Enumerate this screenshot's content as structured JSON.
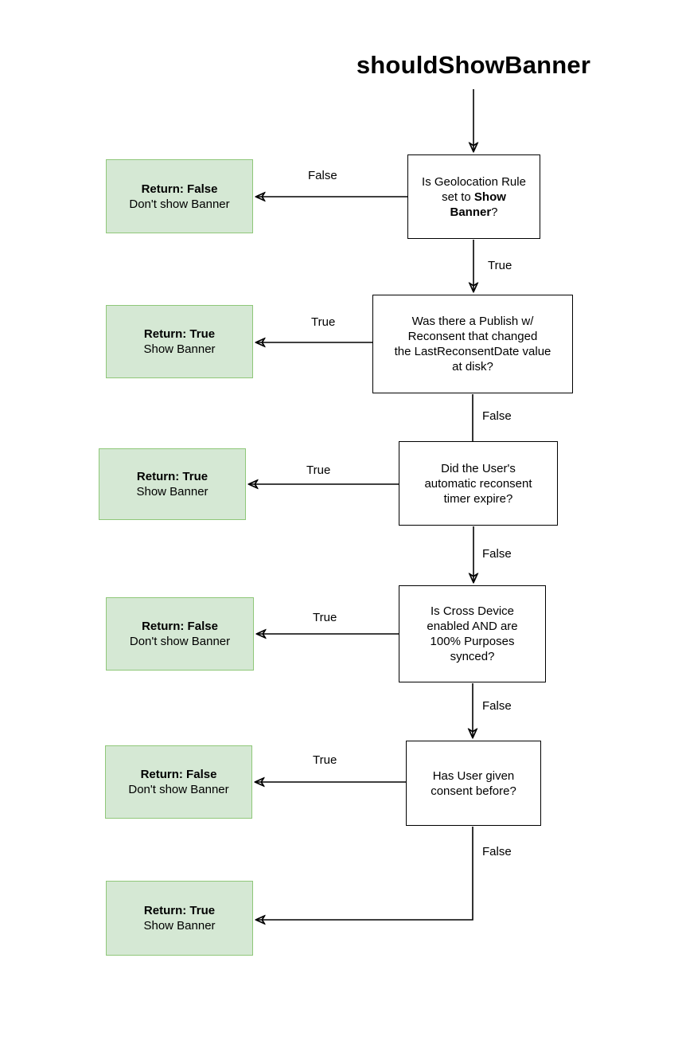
{
  "title": "shouldShowBanner",
  "colors": {
    "decision_fill": "#ffffff",
    "decision_border": "#000000",
    "result_fill": "#d5e8d4",
    "result_border": "#8fc779",
    "line_color": "#000000"
  },
  "flow": {
    "decisions": [
      {
        "id": "geolocation-rule",
        "text_prefix": "Is Geolocation Rule\nset to ",
        "text_bold": "Show\nBanner",
        "text_suffix": "?"
      },
      {
        "id": "publish-reconsent",
        "text": "Was there a Publish w/\nReconsent that changed\nthe LastReconsentDate value\nat disk?"
      },
      {
        "id": "reconsent-timer",
        "text": "Did the User's\nautomatic reconsent\ntimer expire?"
      },
      {
        "id": "cross-device",
        "text": "Is Cross Device\nenabled AND are\n100% Purposes\nsynced?"
      },
      {
        "id": "consent-before",
        "text": "Has User given\nconsent before?"
      }
    ],
    "results": [
      {
        "id": "return-false-1",
        "label": "Return: False",
        "sub": "Don't show Banner"
      },
      {
        "id": "return-true-1",
        "label": "Return: True",
        "sub": "Show Banner"
      },
      {
        "id": "return-true-2",
        "label": "Return: True",
        "sub": "Show Banner"
      },
      {
        "id": "return-false-2",
        "label": "Return: False",
        "sub": "Don't show Banner"
      },
      {
        "id": "return-false-3",
        "label": "Return: False",
        "sub": "Don't show Banner"
      },
      {
        "id": "return-true-3",
        "label": "Return: True",
        "sub": "Show Banner"
      }
    ],
    "edges": [
      {
        "from": "geolocation-rule",
        "to": "return-false-1",
        "label": "False"
      },
      {
        "from": "geolocation-rule",
        "to": "publish-reconsent",
        "label": "True"
      },
      {
        "from": "publish-reconsent",
        "to": "return-true-1",
        "label": "True"
      },
      {
        "from": "publish-reconsent",
        "to": "reconsent-timer",
        "label": "False"
      },
      {
        "from": "reconsent-timer",
        "to": "return-true-2",
        "label": "True"
      },
      {
        "from": "reconsent-timer",
        "to": "cross-device",
        "label": "False"
      },
      {
        "from": "cross-device",
        "to": "return-false-2",
        "label": "True"
      },
      {
        "from": "cross-device",
        "to": "consent-before",
        "label": "False"
      },
      {
        "from": "consent-before",
        "to": "return-false-3",
        "label": "True"
      },
      {
        "from": "consent-before",
        "to": "return-true-3",
        "label": "False"
      }
    ]
  }
}
